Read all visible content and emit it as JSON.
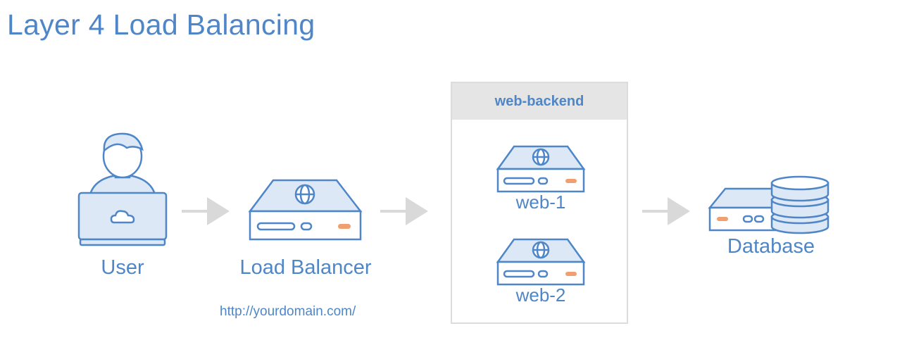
{
  "title": "Layer 4 Load Balancing",
  "nodes": {
    "user": "User",
    "load_balancer": "Load Balancer",
    "url": "http://yourdomain.com/",
    "backend_title": "web-backend",
    "web1": "web-1",
    "web2": "web-2",
    "database": "Database"
  },
  "colors": {
    "accent": "#4e86c8",
    "fill": "#dce8f5",
    "arrow": "#d9d9d9",
    "led": "#f0a070"
  }
}
